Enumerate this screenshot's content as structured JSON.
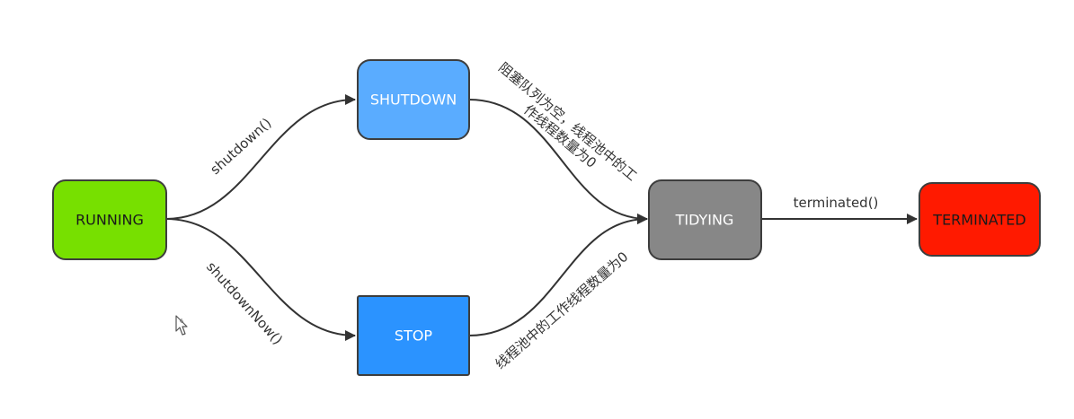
{
  "nodes": {
    "running": {
      "label": "RUNNING",
      "fill": "#77e000",
      "text_color": "#1a1a1a"
    },
    "shutdown": {
      "label": "SHUTDOWN",
      "fill": "#5aacff",
      "text_color": "#ffffff"
    },
    "stop": {
      "label": "STOP",
      "fill": "#2b93ff",
      "text_color": "#ffffff"
    },
    "tidying": {
      "label": "TIDYING",
      "fill": "#878787",
      "text_color": "#ffffff"
    },
    "terminated": {
      "label": "TERMINATED",
      "fill": "#ff1a00",
      "text_color": "#1a1a1a"
    }
  },
  "edges": {
    "running_to_shutdown": {
      "label": "shutdown()"
    },
    "running_to_stop": {
      "label": "shutdownNow()"
    },
    "shutdown_to_tidying": {
      "line1": "阻塞队列为空，线程池中的工",
      "line2": "作线程数量为0"
    },
    "stop_to_tidying": {
      "label": "线程池中的工作线程数量为0"
    },
    "tidying_to_terminated": {
      "label": "terminated()"
    }
  },
  "icons": {
    "cursor": "mouse-pointer-icon"
  }
}
